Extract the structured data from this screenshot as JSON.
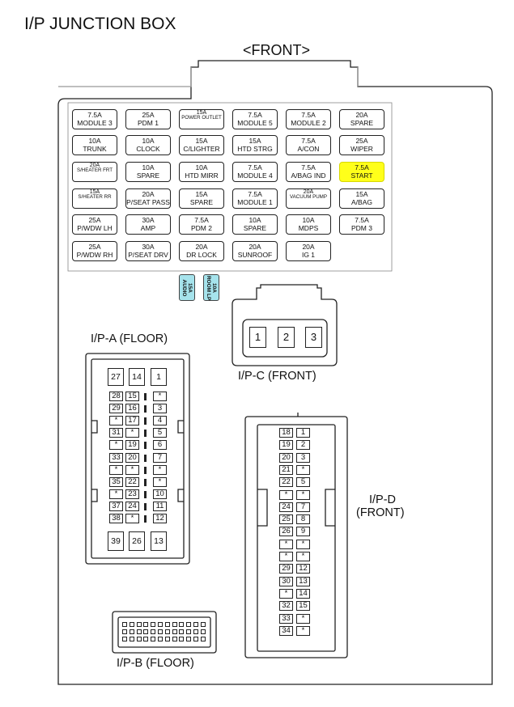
{
  "title": "I/P JUNCTION BOX",
  "front_label": "<FRONT>",
  "fuse_rows": [
    [
      {
        "amp": "7.5A",
        "label": "MODULE 3"
      },
      {
        "amp": "25A",
        "label": "PDM 1"
      },
      {
        "amp": "15A",
        "label": "POWER OUTLET",
        "small": true
      },
      {
        "amp": "7.5A",
        "label": "MODULE 5"
      },
      {
        "amp": "7.5A",
        "label": "MODULE 2"
      },
      {
        "amp": "20A",
        "label": "SPARE"
      }
    ],
    [
      {
        "amp": "10A",
        "label": "TRUNK"
      },
      {
        "amp": "10A",
        "label": "CLOCK"
      },
      {
        "amp": "15A",
        "label": "C/LIGHTER"
      },
      {
        "amp": "15A",
        "label": "HTD STRG"
      },
      {
        "amp": "7.5A",
        "label": "A/CON"
      },
      {
        "amp": "25A",
        "label": "WIPER"
      }
    ],
    [
      {
        "amp": "20A",
        "label": "S/HEATER FRT",
        "small": true
      },
      {
        "amp": "10A",
        "label": "SPARE"
      },
      {
        "amp": "10A",
        "label": "HTD MIRR"
      },
      {
        "amp": "7.5A",
        "label": "MODULE 4"
      },
      {
        "amp": "7.5A",
        "label": "A/BAG IND"
      },
      {
        "amp": "7.5A",
        "label": "START",
        "highlight": true
      }
    ],
    [
      {
        "amp": "15A",
        "label": "S/HEATER RR",
        "small": true
      },
      {
        "amp": "20A",
        "label": "P/SEAT PASS"
      },
      {
        "amp": "15A",
        "label": "SPARE"
      },
      {
        "amp": "7.5A",
        "label": "MODULE 1"
      },
      {
        "amp": "20A",
        "label": "VACUUM PUMP",
        "small": true
      },
      {
        "amp": "15A",
        "label": "A/BAG"
      }
    ],
    [
      {
        "amp": "25A",
        "label": "P/WDW LH"
      },
      {
        "amp": "30A",
        "label": "AMP"
      },
      {
        "amp": "7.5A",
        "label": "PDM 2"
      },
      {
        "amp": "10A",
        "label": "SPARE"
      },
      {
        "amp": "10A",
        "label": "MDPS"
      },
      {
        "amp": "7.5A",
        "label": "PDM 3"
      }
    ],
    [
      {
        "amp": "25A",
        "label": "P/WDW RH"
      },
      {
        "amp": "30A",
        "label": "P/SEAT DRV"
      },
      {
        "amp": "20A",
        "label": "DR LOCK"
      },
      {
        "amp": "20A",
        "label": "SUNROOF"
      },
      {
        "amp": "20A",
        "label": "IG 1"
      }
    ]
  ],
  "mini_fuses": [
    {
      "amp": "15A",
      "label": "AUDIO"
    },
    {
      "amp": "10A",
      "label": "ROOM LP"
    }
  ],
  "connectors": {
    "ipa": {
      "label": "I/P-A (FLOOR)",
      "top": [
        "27",
        "14",
        "1"
      ],
      "rows": [
        [
          "28",
          "15",
          "*"
        ],
        [
          "29",
          "16",
          "3"
        ],
        [
          "*",
          "17",
          "4"
        ],
        [
          "31",
          "*",
          "5"
        ],
        [
          "*",
          "19",
          "6"
        ],
        [
          "33",
          "20",
          "7"
        ],
        [
          "*",
          "*",
          "*"
        ],
        [
          "35",
          "22",
          "*"
        ],
        [
          "*",
          "23",
          "10"
        ],
        [
          "37",
          "24",
          "11"
        ],
        [
          "38",
          "*",
          "12"
        ]
      ],
      "bottom": [
        "39",
        "26",
        "13"
      ]
    },
    "ipb": {
      "label": "I/P-B (FLOOR)"
    },
    "ipc": {
      "label": "I/P-C (FRONT)",
      "pins": [
        "1",
        "2",
        "3"
      ]
    },
    "ipd": {
      "label_line1": "I/P-D",
      "label_line2": "(FRONT)",
      "rows": [
        [
          "18",
          "1"
        ],
        [
          "19",
          "2"
        ],
        [
          "20",
          "3"
        ],
        [
          "21",
          "*"
        ],
        [
          "22",
          "5"
        ],
        [
          "*",
          "*"
        ],
        [
          "24",
          "7"
        ],
        [
          "25",
          "8"
        ],
        [
          "26",
          "9"
        ],
        [
          "*",
          "*"
        ],
        [
          "*",
          "*"
        ],
        [
          "29",
          "12"
        ],
        [
          "30",
          "13"
        ],
        [
          "*",
          "14"
        ],
        [
          "32",
          "15"
        ],
        [
          "33",
          "*"
        ],
        [
          "34",
          "*"
        ]
      ]
    }
  },
  "colors": {
    "highlight": "#ffff1a",
    "mini_fuse": "#a6e3ec"
  }
}
